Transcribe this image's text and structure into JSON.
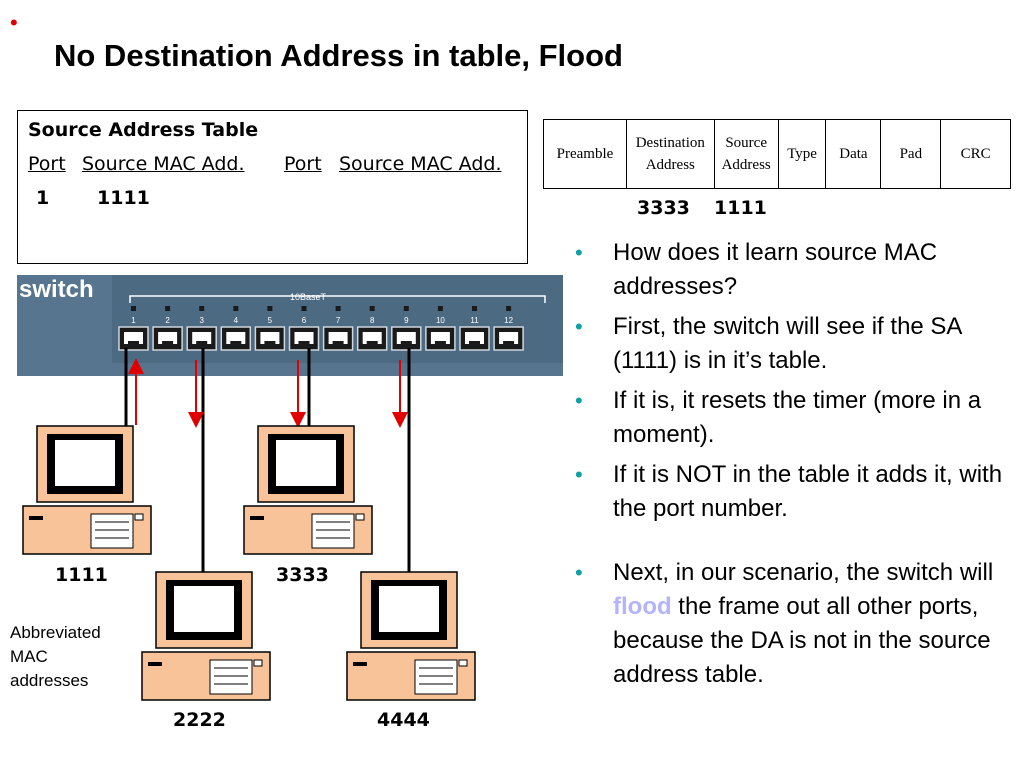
{
  "slide": {
    "title": "No Destination Address in table, Flood"
  },
  "source_address_table": {
    "title": "Source Address Table",
    "headers": [
      "Port",
      "Source MAC Add.",
      "Port",
      "Source MAC Add."
    ],
    "rows": [
      {
        "port": "1",
        "mac": "1111"
      }
    ]
  },
  "frame": {
    "fields": [
      "Preamble",
      "Destination Address",
      "Source Address",
      "Type",
      "Data",
      "Pad",
      "CRC"
    ],
    "field_lines": [
      [
        "Preamble"
      ],
      [
        "Destination",
        "Address"
      ],
      [
        "Source",
        "Address"
      ],
      [
        "Type"
      ],
      [
        "Data"
      ],
      [
        "Pad"
      ],
      [
        "CRC"
      ]
    ],
    "destination_value": "3333",
    "source_value": "1111"
  },
  "switch": {
    "label": "switch",
    "model_label": "10BaseT",
    "port_numbers": [
      "1",
      "2",
      "3",
      "4",
      "5",
      "6",
      "7",
      "8",
      "9",
      "10",
      "11",
      "12"
    ],
    "colors": {
      "body": "#58758f",
      "arrow": "#e00000"
    }
  },
  "hosts": [
    {
      "mac": "1111",
      "port": "1"
    },
    {
      "mac": "2222",
      "port": "3"
    },
    {
      "mac": "3333",
      "port": "6"
    },
    {
      "mac": "4444",
      "port": "9"
    }
  ],
  "note": "Abbreviated MAC addresses",
  "bullets": [
    {
      "text": "How does it learn source MAC addresses?"
    },
    {
      "text": "First, the switch will see if the SA (1111) is in it’s table."
    },
    {
      "text": "If it is, it resets the timer (more in a moment)."
    },
    {
      "text": "If it is NOT in the table it adds it, with the port number."
    },
    {
      "before": "Next, in our scenario, the switch will ",
      "highlight": "flood",
      "after": " the frame out all other ports, because the DA is not in the source address table."
    }
  ],
  "colors": {
    "bullet": "#0ea0a6",
    "highlight": "#b3b3ff",
    "title_dot": "#e00000"
  }
}
